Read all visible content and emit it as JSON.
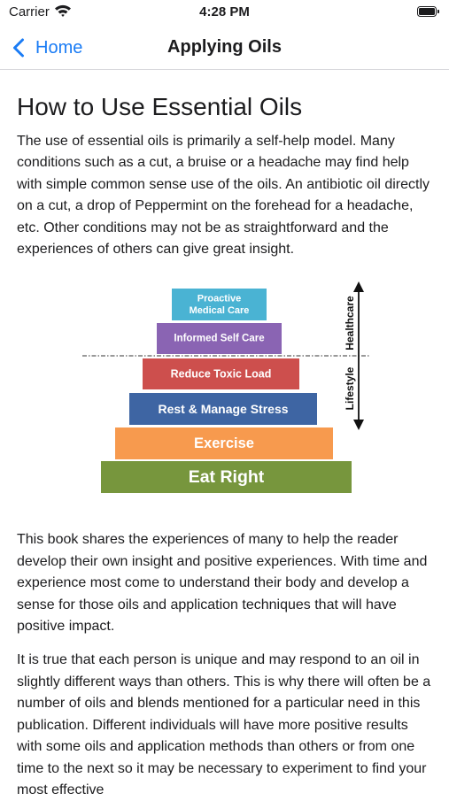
{
  "status_bar": {
    "carrier": "Carrier",
    "time": "4:28 PM",
    "icons": [
      "wifi-icon",
      "battery-icon"
    ]
  },
  "nav_bar": {
    "back_label": "Home",
    "title": "Applying Oils",
    "back_icon": "chevron-left-icon",
    "accent": "#1a7cf5"
  },
  "article": {
    "heading": "How to Use Essential Oils",
    "paragraphs": [
      "The use of essential oils is primarily a self-help model. Many conditions such as a cut, a bruise or a headache may find help with simple common sense use of the oils. An antibiotic oil directly on a cut, a drop of Peppermint on the forehead for a headache, etc. Other conditions may not be as straightforward and the experiences of others can give great insight.",
      "This book shares the experiences of many to help the reader develop their own insight and positive experiences. With time and experience most come to understand their body and develop a sense for those oils and application techniques that will have positive impact.",
      "It is true that each person is unique and may respond to an oil in slightly different ways than others. This is why there will often be a number of oils and blends mentioned for a particular need in this publication. Different individuals will have more positive results with some oils and application methods than others or from one time to the next so it may be necessary to experiment to find your most effective"
    ],
    "pyramid": {
      "levels": [
        {
          "label": "Proactive Medical Care",
          "lines": [
            "Proactive",
            "Medical Care"
          ],
          "color": "#4ab3d3"
        },
        {
          "label": "Informed Self Care",
          "lines": [
            "Informed Self Care"
          ],
          "color": "#8a64b3"
        },
        {
          "label": "Reduce Toxic Load",
          "lines": [
            "Reduce Toxic Load"
          ],
          "color": "#cd4f4d"
        },
        {
          "label": "Rest & Manage Stress",
          "lines": [
            "Rest & Manage Stress"
          ],
          "color": "#3e65a3"
        },
        {
          "label": "Exercise",
          "lines": [
            "Exercise"
          ],
          "color": "#f79a4e"
        },
        {
          "label": "Eat Right",
          "lines": [
            "Eat Right"
          ],
          "color": "#77963d"
        }
      ],
      "side_labels": {
        "upper": "Healthcare",
        "lower": "Lifestyle"
      }
    }
  }
}
